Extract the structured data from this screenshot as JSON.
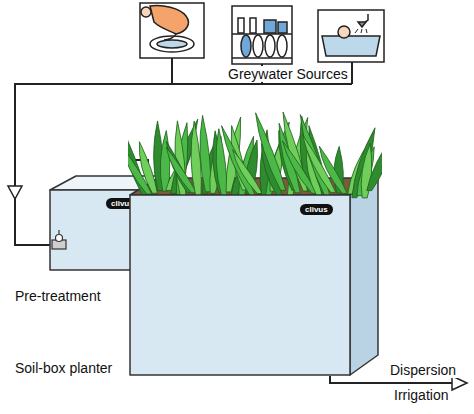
{
  "diagram": {
    "nodes": [
      {
        "text": [
          "clivus",
          "Pre-treatment"
        ]
      },
      {
        "text": [
          "clivus",
          "Soil-box planter"
        ]
      }
    ],
    "edges": [
      {
        "from": 0,
        "to": 1,
        "arrow": "none"
      }
    ],
    "labels": [
      "Greywater Sources",
      "Dispersion",
      "Irrigation"
    ]
  }
}
